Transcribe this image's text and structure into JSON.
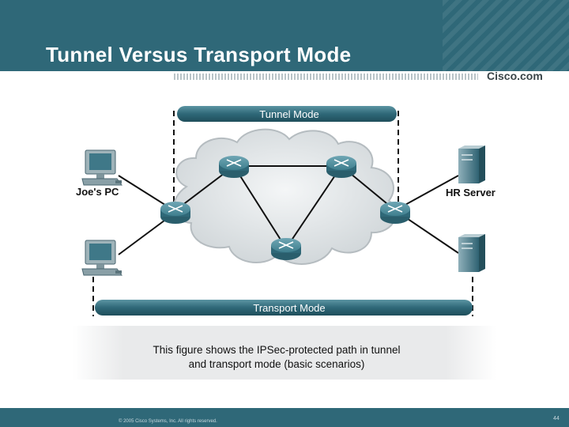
{
  "slide": {
    "title": "Tunnel Versus Transport Mode",
    "logo": "Cisco.com",
    "copyright": "© 2005 Cisco Systems, Inc. All rights reserved.",
    "page_number": "44"
  },
  "diagram": {
    "tunnel_mode_label": "Tunnel Mode",
    "transport_mode_label": "Transport Mode",
    "left_host_label": "Joe's PC",
    "right_host_label": "HR Server"
  },
  "caption": {
    "line1": "This figure shows the IPSec-protected path in tunnel",
    "line2": "and transport mode (basic scenarios)"
  },
  "colors": {
    "header": "#2f6878",
    "bar": "#2f6878",
    "cloud": "#dfe3e5",
    "router": "#3d7f8e"
  }
}
